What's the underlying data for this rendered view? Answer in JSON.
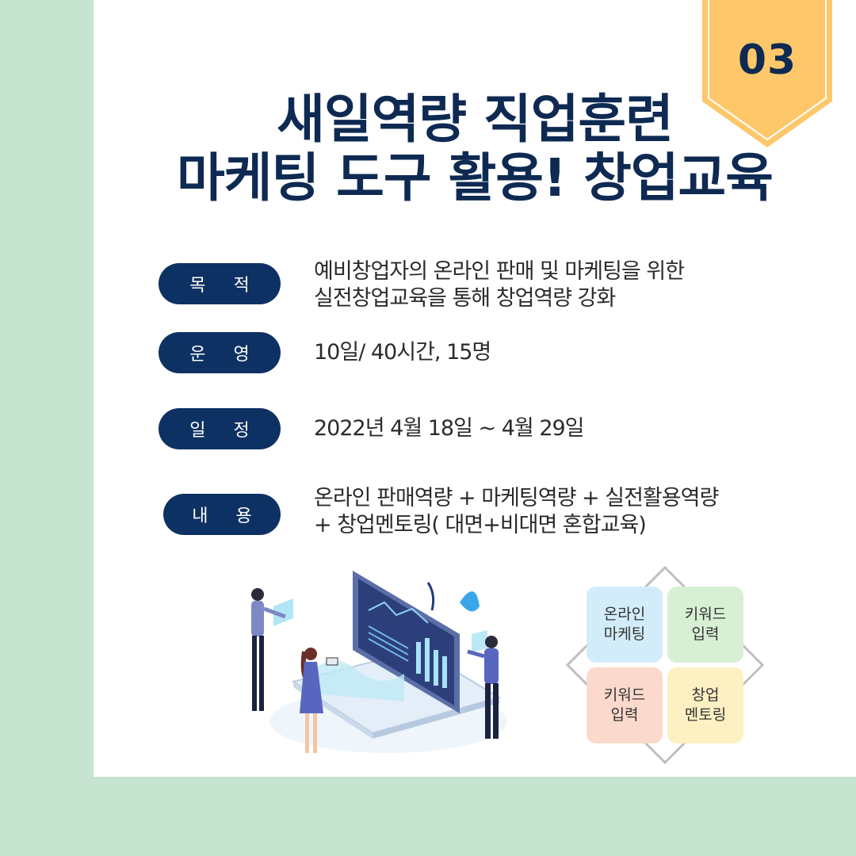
{
  "badge": {
    "number": "03",
    "color": "#fdc76a"
  },
  "title": {
    "line1": "새일역량 직업훈련",
    "line2": "마케팅 도구 활용! 창업교육"
  },
  "rows": [
    {
      "label": "목 적",
      "lines": [
        "예비창업자의 온라인 판매 및 마케팅을 위한",
        "실전창업교육을 통해 창업역량 강화"
      ]
    },
    {
      "label": "운 영",
      "lines": [
        "10일/ 40시간, 15명"
      ]
    },
    {
      "label": "일 정",
      "lines": [
        "2022년 4월 18일 ~ 4월 29일"
      ]
    },
    {
      "label": "내 용",
      "lines": [
        "온라인 판매역량 + 마케팅역량 + 실전활용역량",
        "+ 창업멘토링( 대면+비대면 혼합교육)"
      ]
    }
  ],
  "tiles": [
    {
      "line1": "온라인",
      "line2": "마케팅",
      "color": "#d3ecfa"
    },
    {
      "line1": "키워드",
      "line2": "입력",
      "color": "#d7f0d4"
    },
    {
      "line1": "키워드",
      "line2": "입력",
      "color": "#fbd9cc"
    },
    {
      "line1": "창업",
      "line2": "멘토링",
      "color": "#fdf0c2"
    }
  ],
  "colors": {
    "background": "#c6e4cf",
    "navy": "#0e2a52",
    "pill": "#0e3163"
  }
}
